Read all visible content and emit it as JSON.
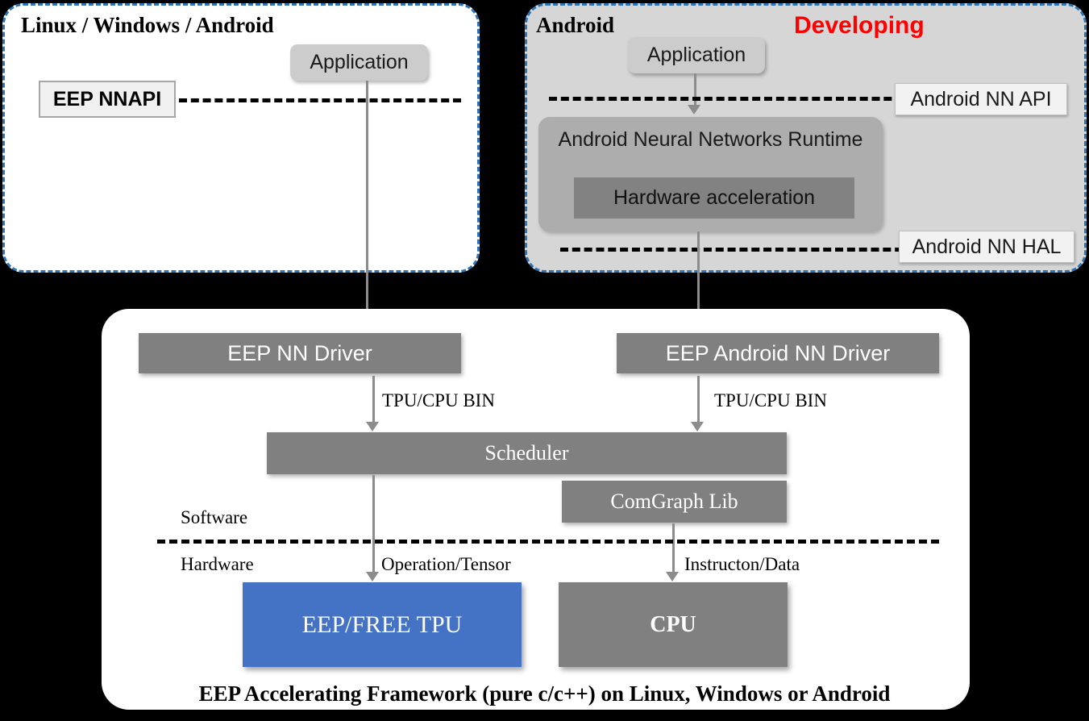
{
  "panels": {
    "left": {
      "title": "Linux / Windows / Android"
    },
    "right": {
      "title": "Android",
      "status_badge": "Developing"
    },
    "bottom": {
      "caption": "EEP Accelerating Framework (pure c/c++) on Linux, Windows or Android"
    }
  },
  "boxes": {
    "left_application": "Application",
    "eep_nnapi": "EEP NNAPI",
    "right_application": "Application",
    "android_nn_api": "Android NN API",
    "android_runtime": "Android Neural Networks Runtime",
    "hardware_acceleration": "Hardware acceleration",
    "android_nn_hal": "Android NN HAL",
    "eep_nn_driver": "EEP NN Driver",
    "eep_android_nn_driver": "EEP Android NN Driver",
    "scheduler": "Scheduler",
    "comgraph_lib": "ComGraph Lib",
    "eep_free_tpu": "EEP/FREE TPU",
    "cpu": "CPU"
  },
  "labels": {
    "tpu_cpu_bin_left": "TPU/CPU BIN",
    "tpu_cpu_bin_right": "TPU/CPU BIN",
    "software": "Software",
    "hardware": "Hardware",
    "operation_tensor": "Operation/Tensor",
    "instruction_data": "Instructon/Data"
  },
  "colors": {
    "panel_border": "#2E75B6",
    "developing_red": "#FF0000",
    "tpu_blue": "#4472C4",
    "box_gray": "#808080",
    "panel_right_bg": "#D6D6D6",
    "connector_gray": "#8C8C8C"
  }
}
